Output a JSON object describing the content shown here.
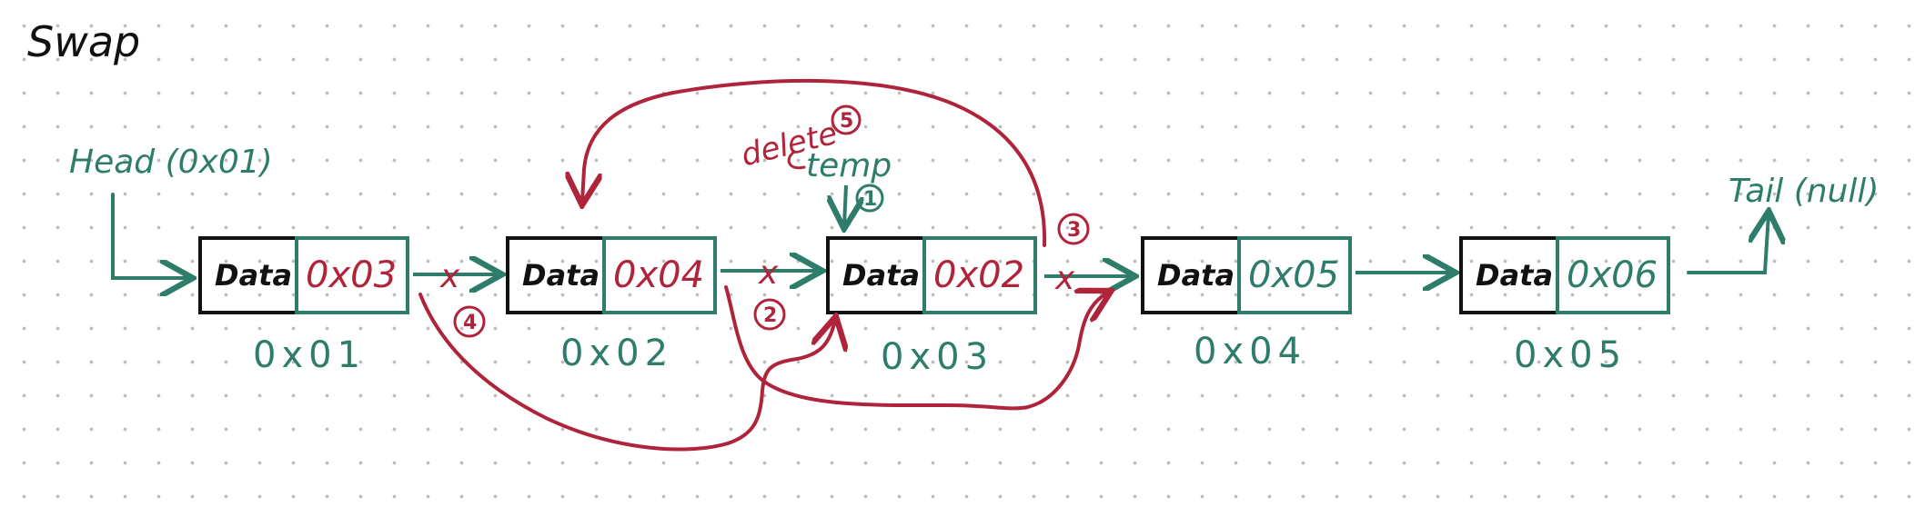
{
  "title": "Swap",
  "head_label": "Head (0x01)",
  "tail_label": "Tail (null)",
  "temp_label": "temp",
  "delete_label": "delete",
  "colors": {
    "green": "#2e7d6b",
    "red": "#b0243b",
    "black": "#111111"
  },
  "nodes": [
    {
      "data": "Data",
      "next": "0x03",
      "address": "0x01",
      "next_color": "red"
    },
    {
      "data": "Data",
      "next": "0x04",
      "address": "0x02",
      "next_color": "red"
    },
    {
      "data": "Data",
      "next": "0x02",
      "address": "0x03",
      "next_color": "red"
    },
    {
      "data": "Data",
      "next": "0x05",
      "address": "0x04",
      "next_color": "green"
    },
    {
      "data": "Data",
      "next": "0x06",
      "address": "0x05",
      "next_color": "green"
    }
  ],
  "steps": [
    "1",
    "2",
    "3",
    "4",
    "5"
  ],
  "removed_link_mark": "x"
}
